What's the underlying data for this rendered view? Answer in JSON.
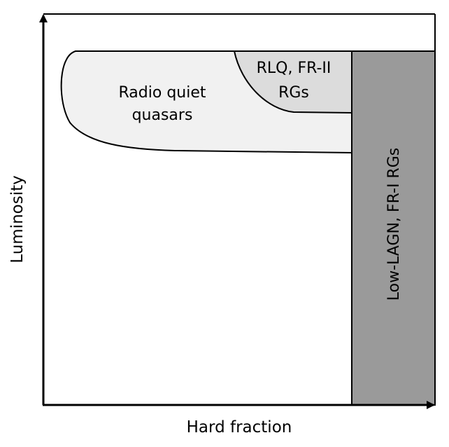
{
  "axes": {
    "x_label": "Hard fraction",
    "y_label": "Luminosity"
  },
  "regions": {
    "radio_quiet": {
      "line1": "Radio quiet",
      "line2": "quasars",
      "fill": "#f1f1f1"
    },
    "rlq": {
      "line1": "RLQ, FR-II",
      "line2": "RGs",
      "fill": "#dcdcdc"
    },
    "low_lagn": {
      "label": "Low-LAGN, FR-I RGs",
      "fill": "#9a9a9a"
    }
  },
  "colors": {
    "stroke": "#000000",
    "background": "#ffffff"
  }
}
